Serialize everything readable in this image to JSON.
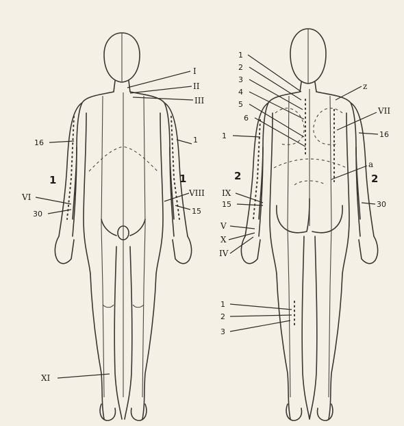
{
  "front_view": {
    "section_labels": [
      "1",
      "1"
    ],
    "labels": {
      "I": "I",
      "II": "II",
      "III": "III",
      "p16": "16",
      "p1": "1",
      "VI": "VI",
      "p30": "30",
      "VIII": "VIII",
      "p15": "15",
      "XI": "XI"
    }
  },
  "back_view": {
    "section_labels": [
      "2",
      "2"
    ],
    "spine_labels": [
      "1",
      "2",
      "3",
      "4",
      "5",
      "6"
    ],
    "labels": {
      "z": "z",
      "VII": "VII",
      "p16": "16",
      "p1": "1",
      "a": "a",
      "IX": "IX",
      "p15": "15",
      "p30": "30",
      "V": "V",
      "X": "X",
      "IV": "IV",
      "leg1": "1",
      "leg2": "2",
      "leg3": "3"
    }
  },
  "colors": {
    "paper": "#f4f0e6",
    "ink": "#2e2a26"
  }
}
